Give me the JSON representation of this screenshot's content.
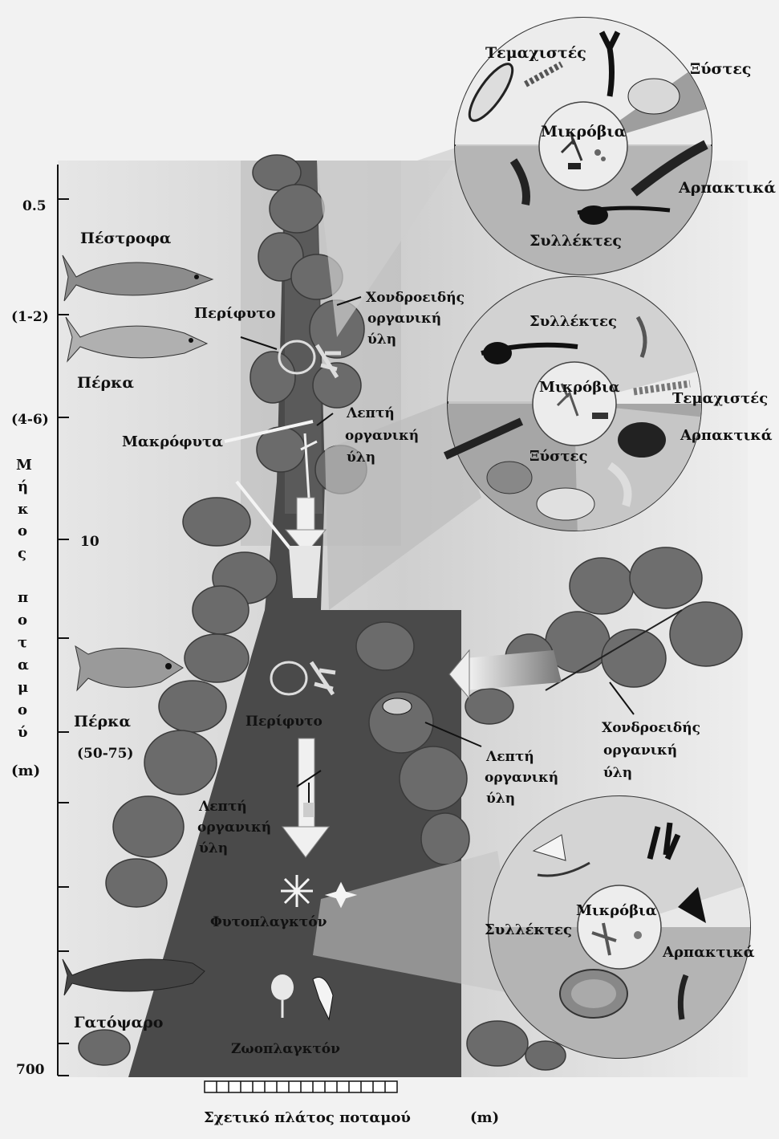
{
  "axis": {
    "ticks": [
      "0.5",
      "(1-2)",
      "(4-6)",
      "10",
      "(50-75)",
      "700"
    ],
    "vertical_label": [
      "Μ",
      "ή",
      "κ",
      "ο",
      "ς",
      "π",
      "ο",
      "τ",
      "α",
      "μ",
      "ο",
      "ύ",
      "(m)"
    ],
    "x_label": "Σχετικό πλάτος ποταμού",
    "x_unit": "(m)"
  },
  "fish": {
    "trout": "Πέστροφα",
    "perch1": "Πέρκα",
    "perch2": "Πέρκα",
    "catfish": "Γατόψαρο"
  },
  "river": {
    "periphyton_upper": "Περίφυτο",
    "macrophytes": "Μακρόφυτα",
    "cpom_upper": [
      "Χονδροειδής",
      "οργανική",
      "ύλη"
    ],
    "fpom_upper": [
      "Λεπτή",
      "οργανική",
      "ύλη"
    ],
    "periphyton_lower": "Περίφυτο",
    "fpom_mid": [
      "Λεπτή",
      "οργανική",
      "ύλη"
    ],
    "fpom_inner": [
      "Λεπτή",
      "οργανική",
      "ύλη"
    ],
    "cpom_mid": [
      "Χονδροειδής",
      "οργανική",
      "ύλη"
    ],
    "phytoplankton": "Φυτοπλαγκτόν",
    "zooplankton": "Ζωοπλαγκτόν"
  },
  "circle1": {
    "shredders": "Τεμαχιστές",
    "scrapers": "Ξύστες",
    "microbes": "Μικρόβια",
    "predators": "Αρπακτικά",
    "collectors": "Συλλέκτες"
  },
  "circle2": {
    "collectors": "Συλλέκτες",
    "microbes": "Μικρόβια",
    "shredders": "Τεμαχιστές",
    "predators": "Αρπακτικά",
    "scrapers": "Ξύστες"
  },
  "circle3": {
    "microbes": "Μικρόβια",
    "collectors": "Συλλέκτες",
    "predators": "Αρπακτικά"
  },
  "colors": {
    "river_dark": "#4a4a4a",
    "foliage": "#6b6b6b",
    "circle_bg": "#bdbdbd",
    "circle_light": "#dcdcdc"
  }
}
